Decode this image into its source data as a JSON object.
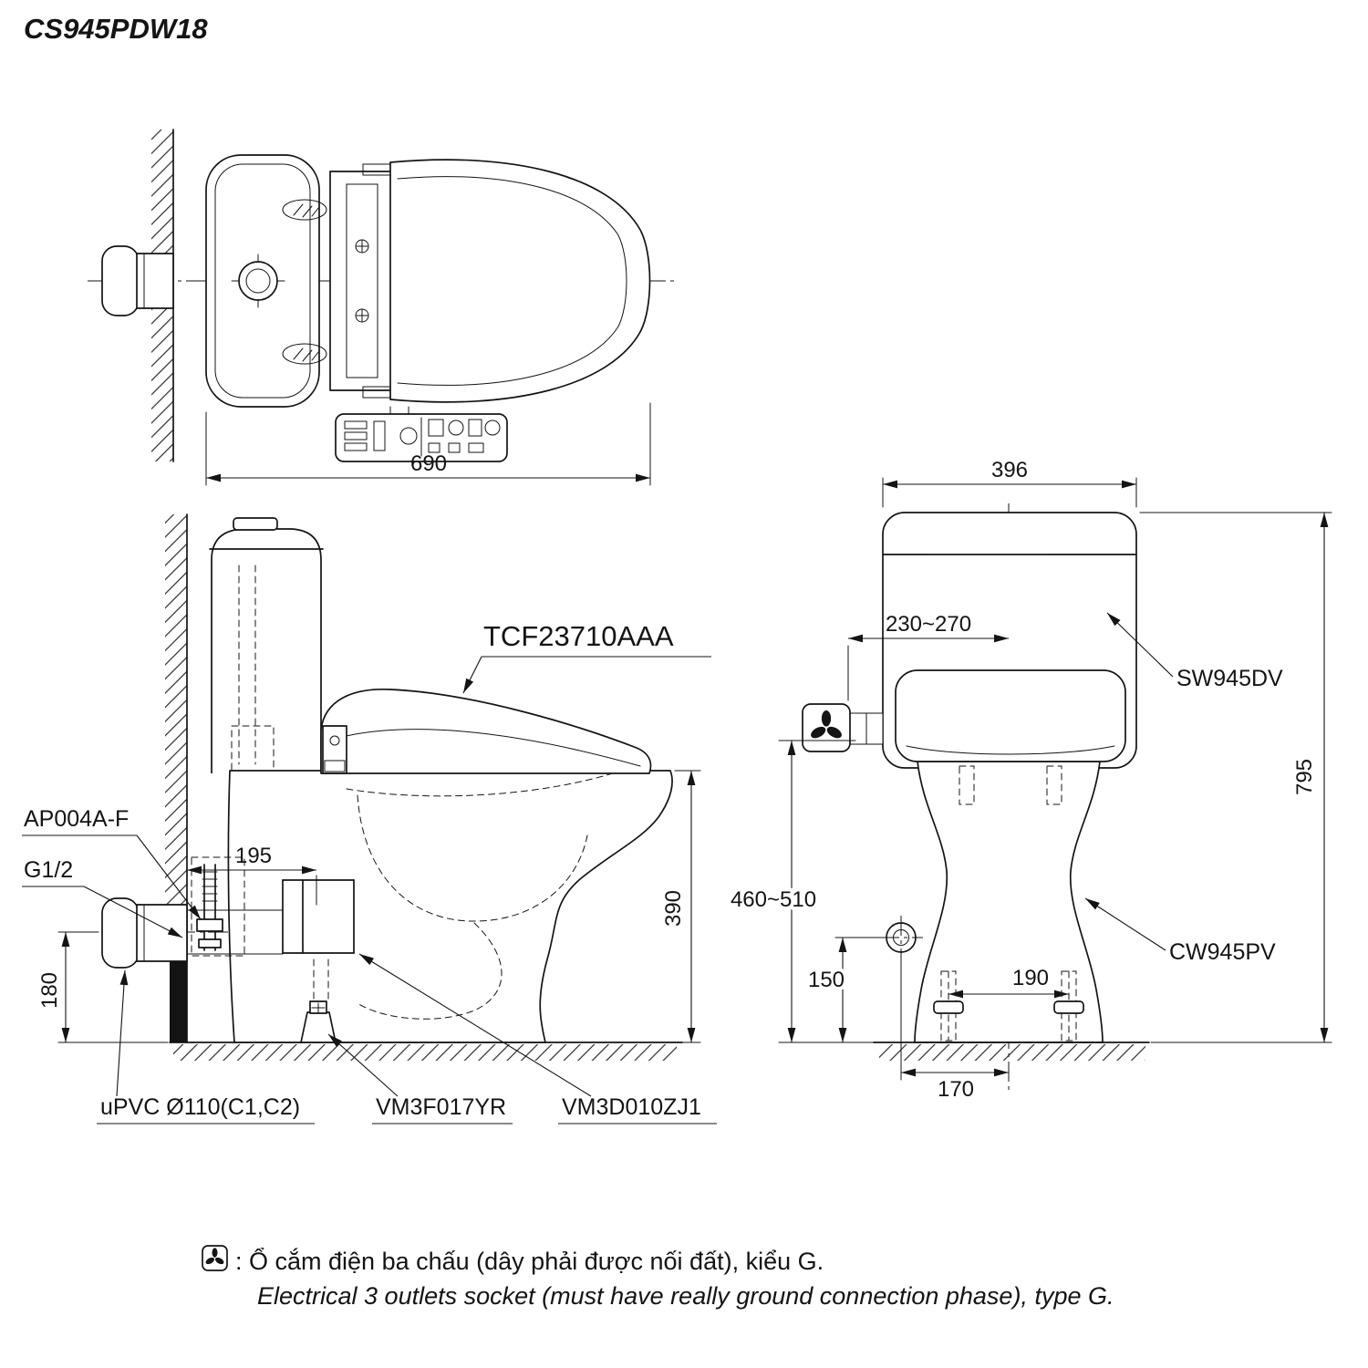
{
  "title": "CS945PDW18",
  "top_view": {
    "dim_width": "690"
  },
  "side_view": {
    "label_seat_unit": "TCF23710AAA",
    "label_fitting": "AP004A-F",
    "label_inlet": "G1/2",
    "dim_inlet_setback": "195",
    "dim_inlet_height": "180",
    "dim_rim_height": "390"
  },
  "front_view": {
    "dim_tank_width": "396",
    "dim_supply_offset": "230~270",
    "dim_total_height": "795",
    "dim_seat_height": "460~510",
    "dim_supply_height": "150",
    "dim_bolt_spacing": "190",
    "dim_supply_from_center": "170",
    "label_tank": "SW945DV",
    "label_bowl": "CW945PV"
  },
  "part_labels": {
    "drain_pipe": "uPVC Ø110(C1,C2)",
    "floor_flange": "VM3F017YR",
    "connector": "VM3D010ZJ1"
  },
  "footer": {
    "note_vi": ": Ổ cắm điện ba chấu (dây phải được nối đất), kiểu G.",
    "note_en": "Electrical 3 outlets socket (must have really ground connection phase), type G."
  }
}
